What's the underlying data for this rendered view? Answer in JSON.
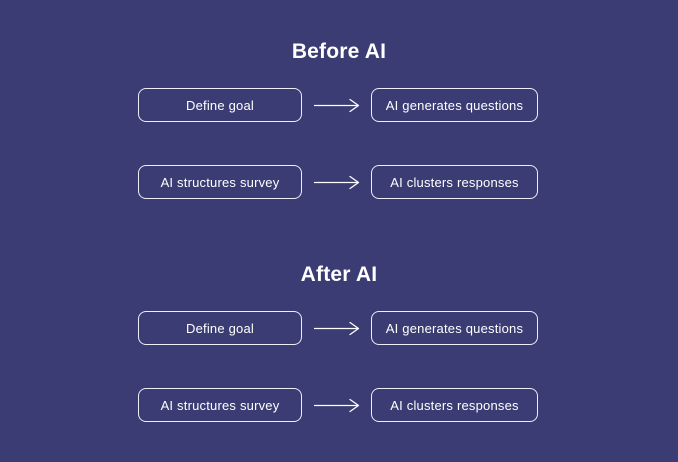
{
  "colors": {
    "background": "#3a3c73",
    "box-border": "#edeef7",
    "text": "#ffffff",
    "arrow": "#ffffff"
  },
  "sections": [
    {
      "title": "Before AI",
      "rows": [
        {
          "from": "Define goal",
          "to": "AI generates questions"
        },
        {
          "from": "AI structures survey",
          "to": "AI clusters responses"
        }
      ]
    },
    {
      "title": "After AI",
      "rows": [
        {
          "from": "Define goal",
          "to": "AI generates questions"
        },
        {
          "from": "AI structures survey",
          "to": "AI clusters responses"
        }
      ]
    }
  ]
}
